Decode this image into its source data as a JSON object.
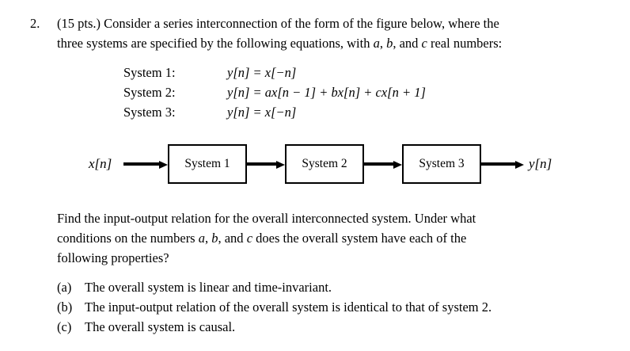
{
  "problem": {
    "number": "2.",
    "intro_line_1": "(15 pts.) Consider a series interconnection of the form of the figure below, where the",
    "intro_line_2_a": "three systems are specified by the following equations, with ",
    "intro_line_2_math_a": "a",
    "intro_line_2_b": ", ",
    "intro_line_2_math_b": "b",
    "intro_line_2_c": ", and ",
    "intro_line_2_math_c": "c",
    "intro_line_2_d": " real numbers:"
  },
  "equations": [
    {
      "label": "System 1:",
      "expr": "y[n] = x[−n]"
    },
    {
      "label": "System 2:",
      "expr": "y[n] = ax[n − 1] + bx[n] + cx[n + 1]"
    },
    {
      "label": "System 3:",
      "expr": "y[n] = x[−n]"
    }
  ],
  "diagram": {
    "input_label": "x[n]",
    "output_label": "y[n]",
    "blocks": [
      {
        "label": "System 1"
      },
      {
        "label": "System 2"
      },
      {
        "label": "System 3"
      }
    ]
  },
  "question": {
    "line_1": "Find the input-output relation for the overall interconnected system. Under what",
    "line_2_a": "conditions on the numbers ",
    "line_2_math_a": "a",
    "line_2_b": ", ",
    "line_2_math_b": "b",
    "line_2_c": ", and ",
    "line_2_math_c": "c",
    "line_2_d": " does the overall system have each of the",
    "line_3": "following properties?"
  },
  "choices": [
    {
      "tag": "(a)",
      "text": "The overall system is linear and time-invariant."
    },
    {
      "tag": "(b)",
      "text": "The input-output relation of the overall system is identical to that of system 2."
    },
    {
      "tag": "(c)",
      "text": "The overall system is causal."
    }
  ],
  "colors": {
    "background": "#ffffff",
    "text": "#000000",
    "diagram_stroke": "#000000"
  }
}
